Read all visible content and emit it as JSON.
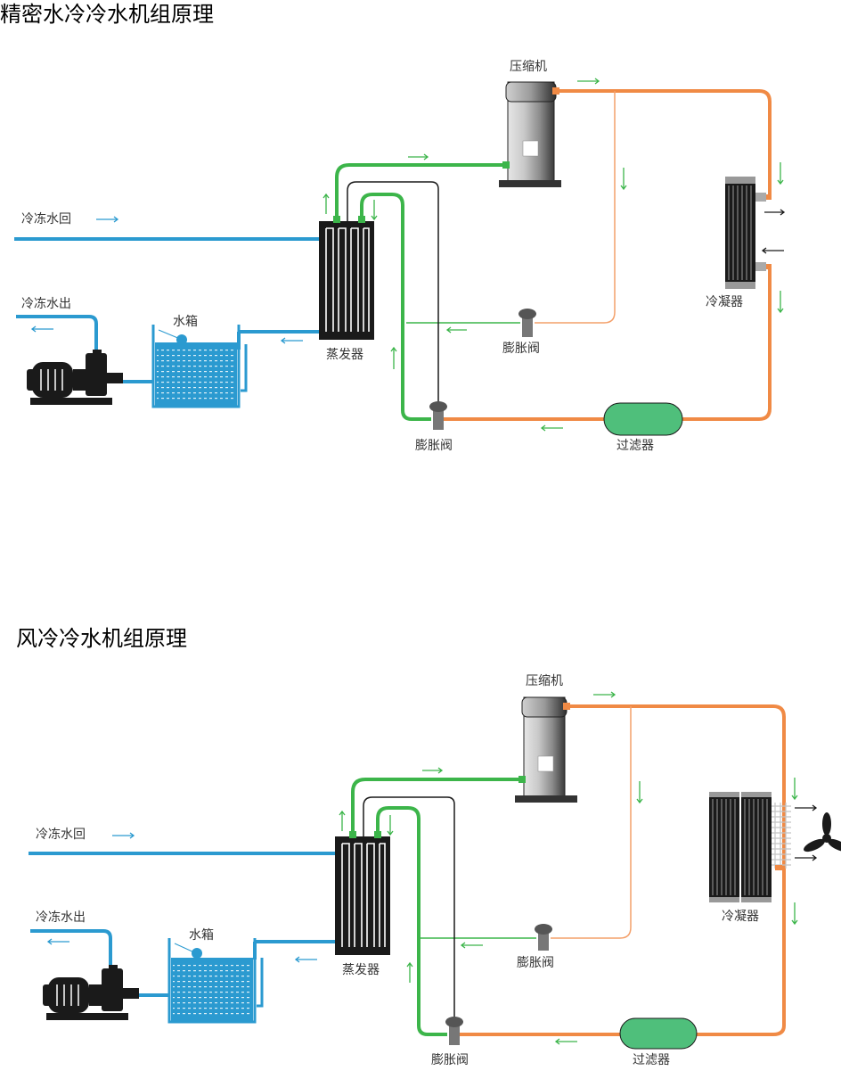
{
  "diagrams": [
    {
      "title": "精密水冷冷水机组原理",
      "labels": {
        "compressor": "压缩机",
        "condenser": "冷凝器",
        "evaporator": "蒸发器",
        "expansion_valve_top": "膨胀阀",
        "expansion_valve_bottom": "膨胀阀",
        "filter": "过滤器",
        "tank": "水箱",
        "return_water": "冷冻水回",
        "supply_water": "冷冻水出"
      }
    },
    {
      "title": "风冷冷水机组原理",
      "labels": {
        "compressor": "压缩机",
        "condenser": "冷凝器",
        "evaporator": "蒸发器",
        "expansion_valve_top": "膨胀阀",
        "expansion_valve_bottom": "膨胀阀",
        "filter": "过滤器",
        "tank": "水箱",
        "return_water": "冷冻水回",
        "supply_water": "冷冻水出"
      }
    }
  ],
  "colors": {
    "water": "#2b9ad0",
    "gas": "#3cb54a",
    "liquid": "#f08a45",
    "thin_liquid": "#f4a06a",
    "filter": "#4fbf7b",
    "dark": "#1a1a1a",
    "arrow_green": "#3cb54a",
    "arrow_blue": "#2b9ad0"
  }
}
